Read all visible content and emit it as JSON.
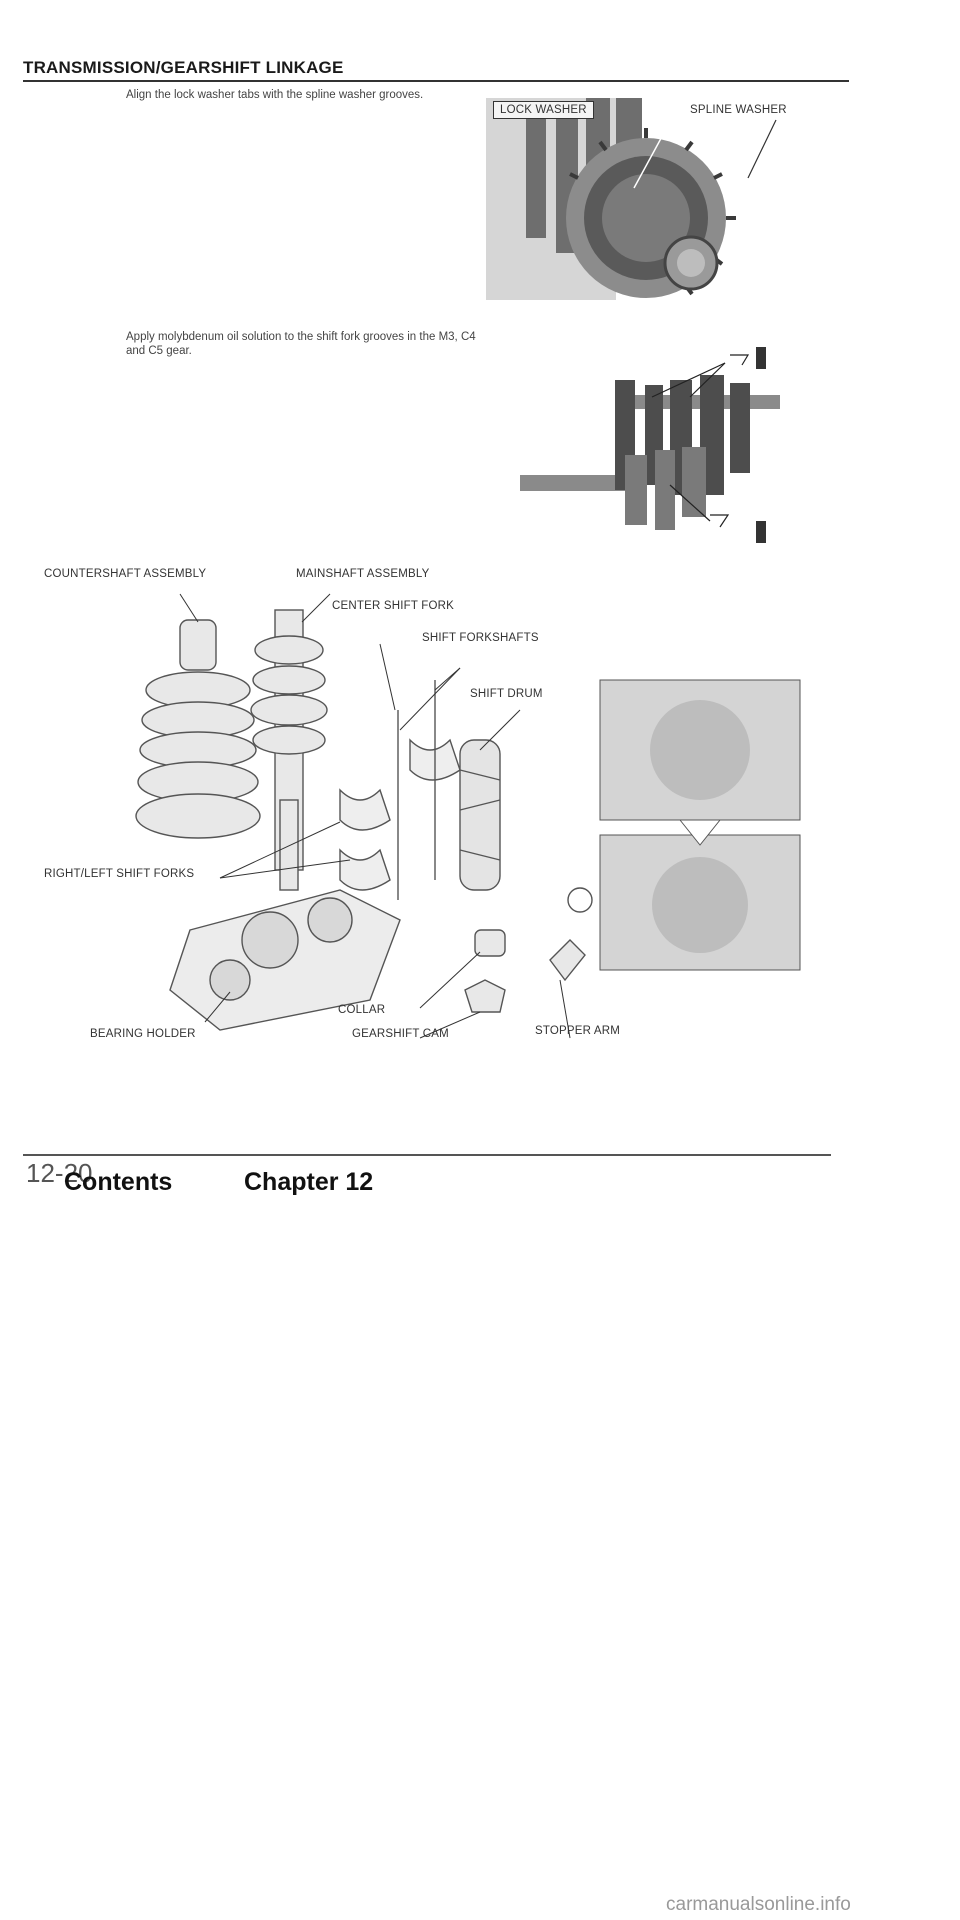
{
  "header": {
    "title": "TRANSMISSION/GEARSHIFT LINKAGE"
  },
  "step1": {
    "instruction": "Align the lock washer tabs with the spline washer grooves.",
    "labels": {
      "lock_washer": "LOCK WASHER",
      "spline_washer": "SPLINE WASHER"
    }
  },
  "step2": {
    "instruction": "Apply molybdenum oil solution to the shift fork grooves in the M3, C4 and C5 gear."
  },
  "diagram": {
    "labels": {
      "countershaft_assembly": "COUNTERSHAFT ASSEMBLY",
      "mainshaft_assembly": "MAINSHAFT ASSEMBLY",
      "center_shift_fork": "CENTER SHIFT FORK",
      "shift_forkshafts": "SHIFT FORKSHAFTS",
      "shift_drum": "SHIFT DRUM",
      "right_left_shift_forks": "RIGHT/LEFT SHIFT FORKS",
      "collar": "COLLAR",
      "bearing_holder": "BEARING HOLDER",
      "gearshift_cam": "GEARSHIFT CAM",
      "stopper_arm": "STOPPER ARM"
    }
  },
  "footer": {
    "page_number": "12-20",
    "contents_link": "Contents",
    "chapter_link": "Chapter 12"
  },
  "watermark": "carmanualsonline.info"
}
